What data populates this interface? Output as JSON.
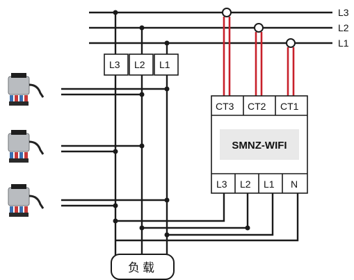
{
  "bus_labels": {
    "l3": "L3",
    "l2": "L2",
    "l1": "L1"
  },
  "terminal_block": {
    "l3": "L3",
    "l2": "L2",
    "l1": "L1"
  },
  "meter": {
    "model": "SMNZ-WIFI",
    "ct_ports": {
      "ct3": "CT3",
      "ct2": "CT2",
      "ct1": "CT1"
    },
    "inputs": {
      "l3": "L3",
      "l2": "L2",
      "l1": "L1",
      "n": "N"
    }
  },
  "load": {
    "label": "负载"
  },
  "inverters": {
    "count": 3
  },
  "colors": {
    "wire": "#1a1a1a",
    "ct_wire": "#c8202a"
  }
}
